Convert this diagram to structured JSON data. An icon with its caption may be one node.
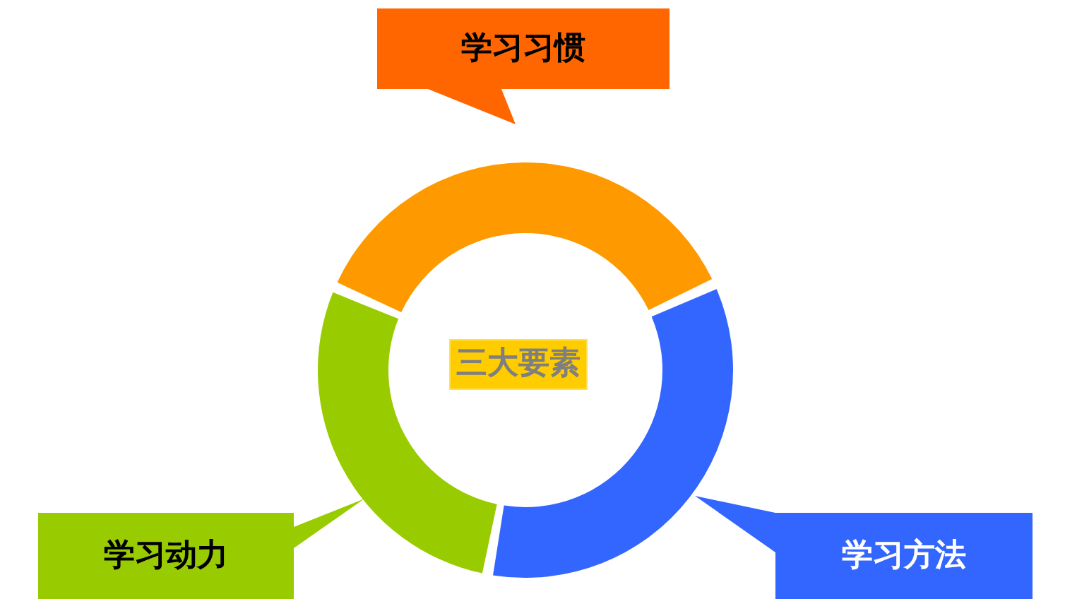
{
  "diagram": {
    "nodes": [
      {
        "text": [
          "学习习惯"
        ]
      },
      {
        "text": [],
        "shape": "arc"
      },
      {
        "text": [],
        "shape": "arc"
      },
      {
        "text": [],
        "shape": "arc"
      },
      {
        "text": [
          "三大要素"
        ]
      },
      {
        "text": [
          "学习动力"
        ]
      },
      {
        "text": [
          "学习方法"
        ]
      }
    ]
  }
}
